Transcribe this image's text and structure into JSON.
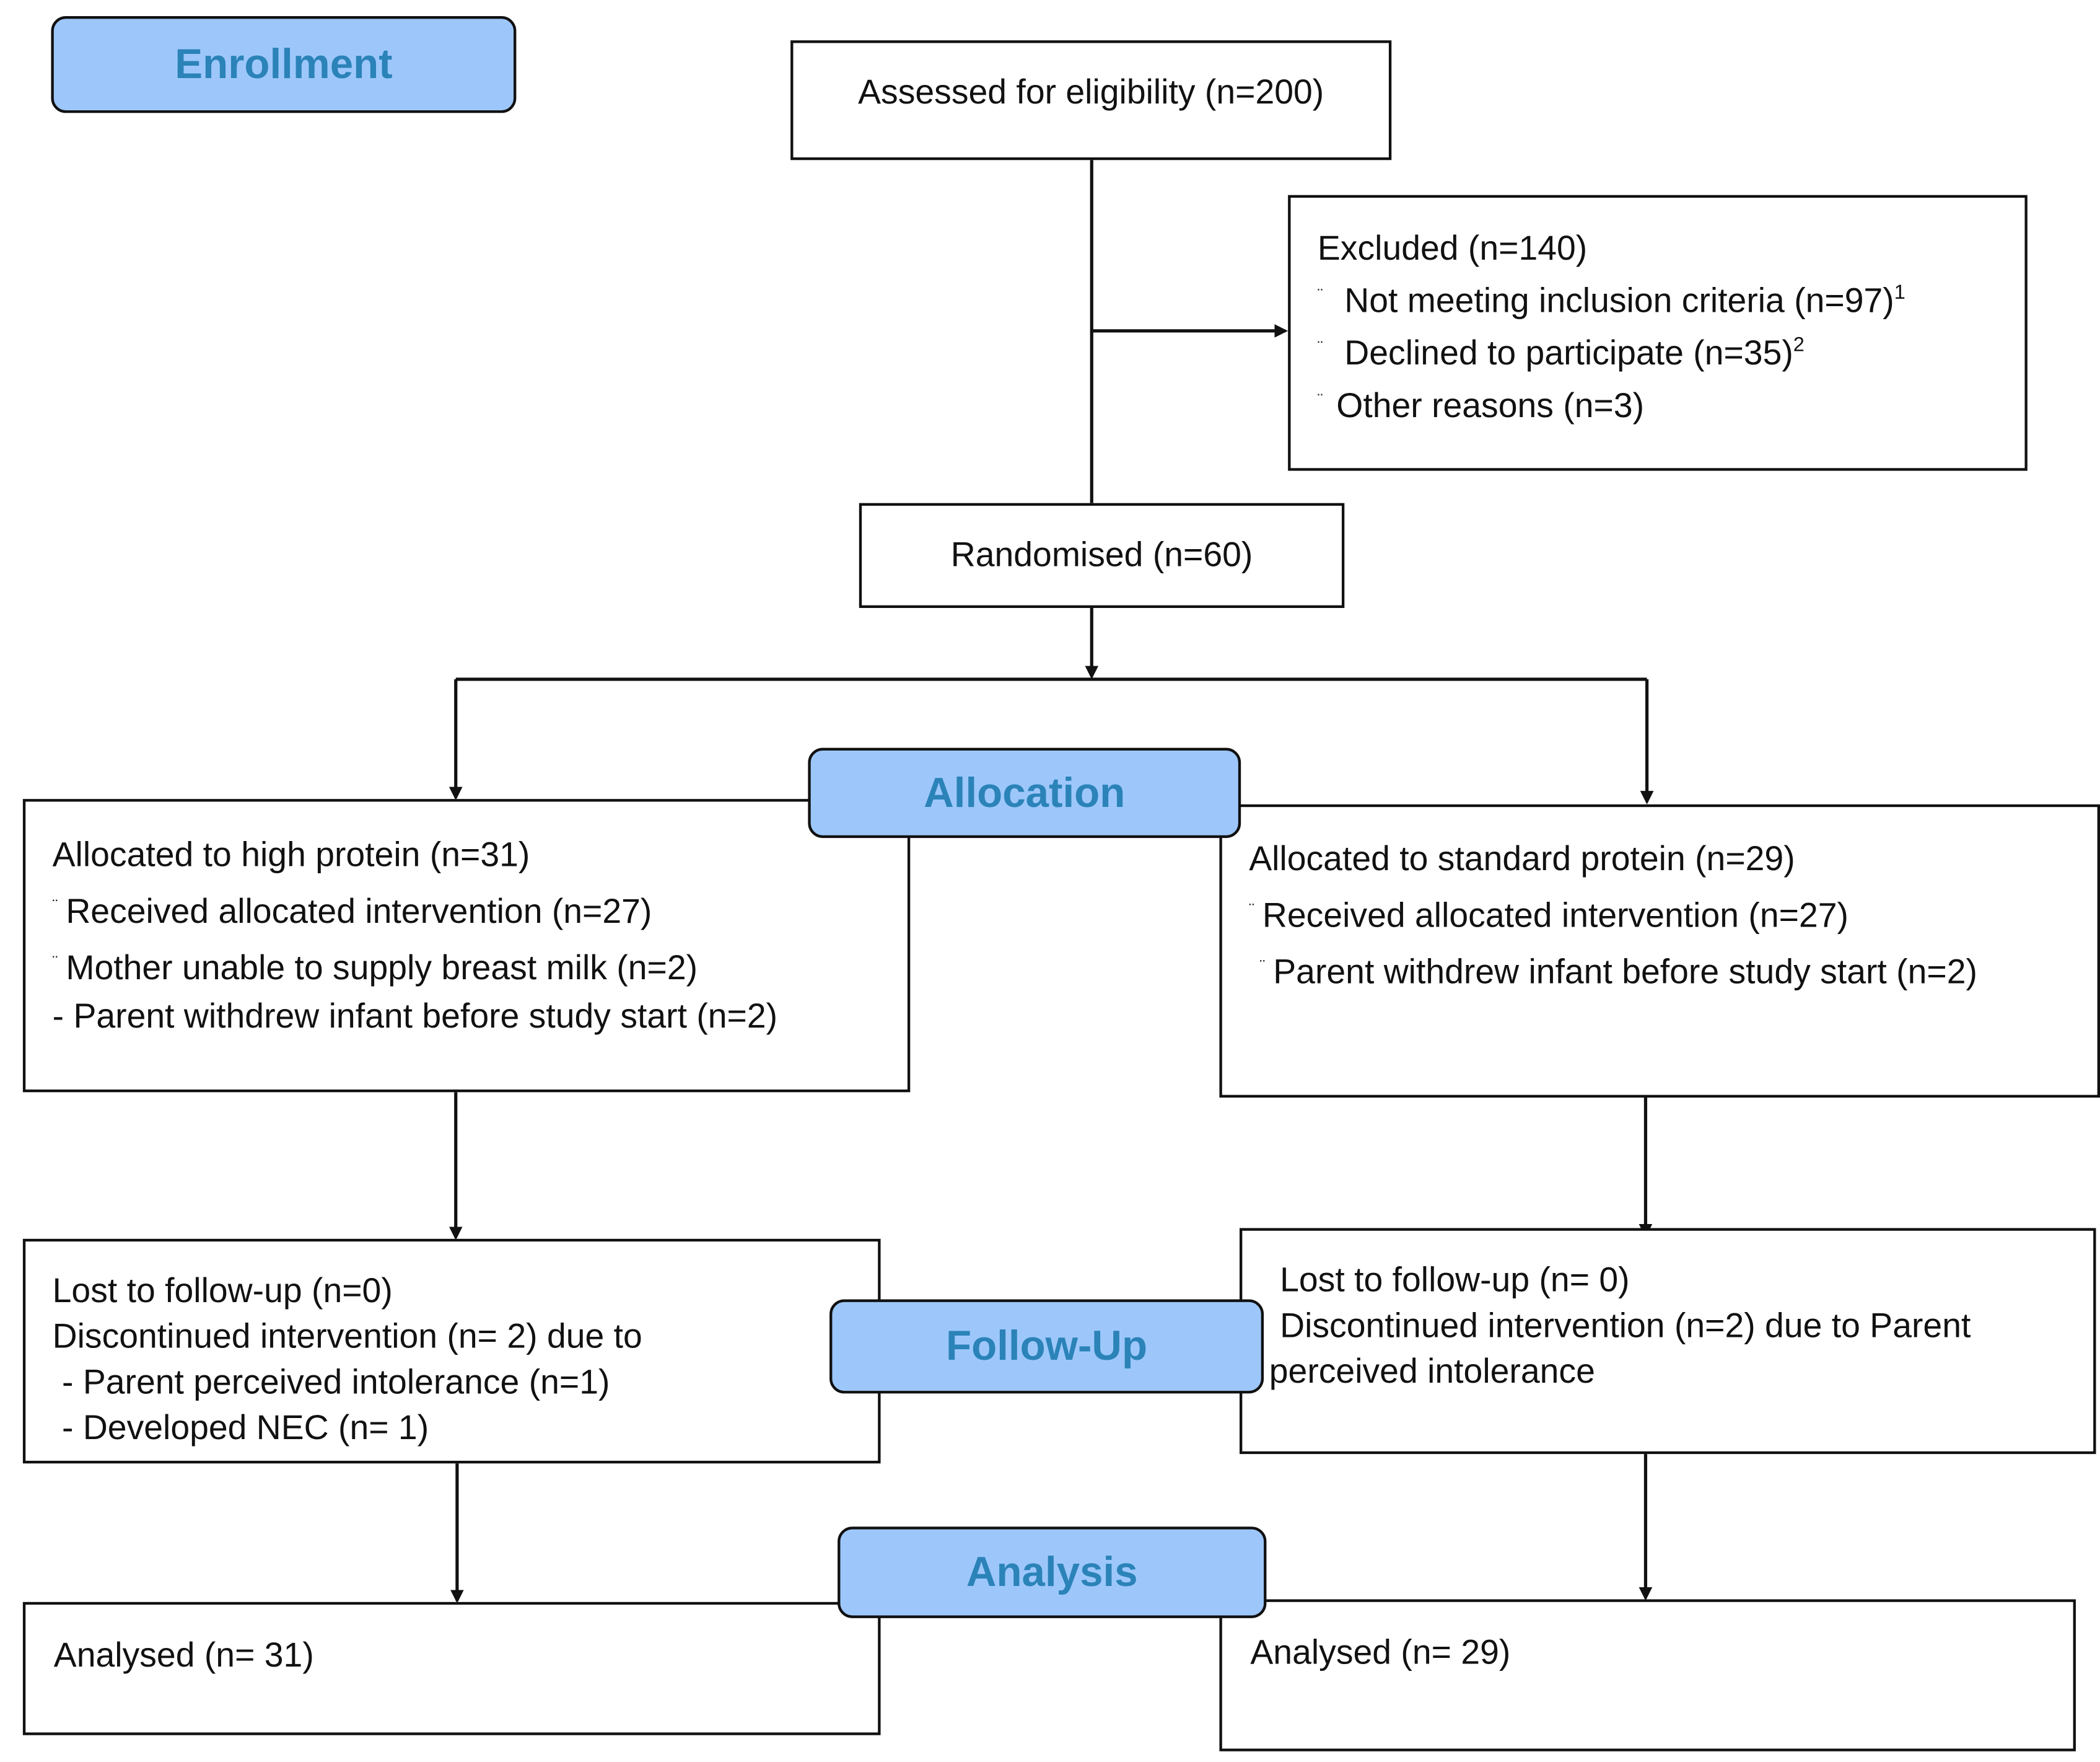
{
  "phases": {
    "enrollment": "Enrollment",
    "allocation": "Allocation",
    "follow_up": "Follow-Up",
    "analysis": "Analysis"
  },
  "assessed": "Assessed for eligibility (n=200)",
  "excluded": {
    "title": "Excluded  (n=140)",
    "items": [
      {
        "bullet": "¨",
        "text": "Not meeting inclusion criteria (n=97)",
        "sup": "1"
      },
      {
        "bullet": "¨",
        "text": "Declined to participate (n=35)",
        "sup": "2"
      },
      {
        "bullet": "¨",
        "text": "Other reasons (n=3)",
        "sup": ""
      }
    ]
  },
  "randomised": "Randomised (n=60)",
  "allocation_left": {
    "title": "Allocated to high protein (n=31)",
    "lines": [
      {
        "bullet": "¨",
        "text": "Received allocated intervention (n=27)"
      },
      {
        "bullet": "¨",
        "text": "Mother unable to supply breast milk (n=2)"
      },
      {
        "bullet": "",
        "text": "- Parent withdrew infant before study start (n=2)"
      }
    ]
  },
  "allocation_right": {
    "title": "Allocated to standard protein (n=29)",
    "lines": [
      {
        "bullet": "¨",
        "text": "Received allocated intervention (n=27)"
      },
      {
        "bullet": "¨",
        "text": "Parent withdrew infant before study start (n=2)"
      }
    ]
  },
  "followup_left": {
    "lines": [
      "Lost to follow-up (n=0)",
      "Discontinued intervention (n= 2) due to",
      " - Parent perceived intolerance (n=1)",
      " - Developed NEC (n= 1)"
    ]
  },
  "followup_right": {
    "lines": [
      "Lost to follow-up (n= 0)",
      "Discontinued intervention (n=2) due to Parent",
      "perceived intolerance"
    ]
  },
  "analysis_left": "Analysed  (n= 31)",
  "analysis_right": "Analysed  (n= 29)",
  "colors": {
    "phase_fill": "#9dc7fb",
    "phase_text": "#2b83b8",
    "line": "#111111"
  }
}
